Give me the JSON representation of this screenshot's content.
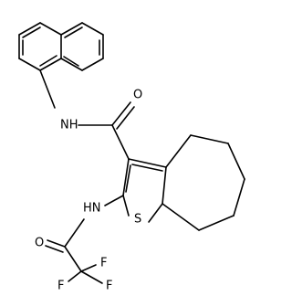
{
  "atom_labels": {
    "amide_nh": "NH",
    "amide_o": "O",
    "thiophene_s": "S",
    "acyl_nh": "HN",
    "acyl_o": "O",
    "f1": "F",
    "f2": "F",
    "f3": "F"
  }
}
